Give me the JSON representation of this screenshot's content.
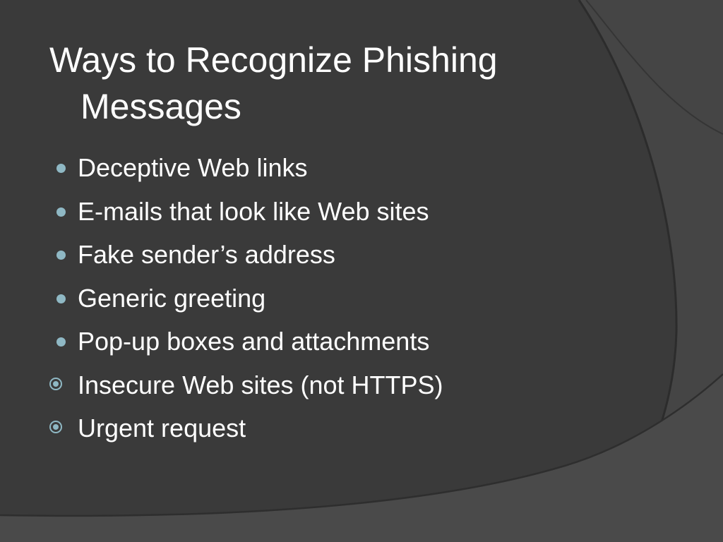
{
  "colors": {
    "background": "#3b3b3b",
    "panel_border": "#2a2a2a",
    "text": "#ffffff",
    "bullet_accent": "#8fb8c4"
  },
  "slide": {
    "title_line1": "Ways to Recognize Phishing",
    "title_line2": "Messages",
    "sub_bullets": [
      {
        "text": "Deceptive Web links",
        "marker": "filled-dot-icon"
      },
      {
        "text": "E-mails that look like Web sites",
        "marker": "filled-dot-icon"
      },
      {
        "text": "Fake sender’s address",
        "marker": "filled-dot-icon"
      },
      {
        "text": "Generic greeting",
        "marker": "filled-dot-icon"
      },
      {
        "text": "Pop-up boxes and attachments",
        "marker": "filled-dot-icon"
      }
    ],
    "main_bullets": [
      {
        "text": "Insecure Web sites (not HTTPS)",
        "marker": "ring-dot-icon"
      },
      {
        "text": "Urgent request",
        "marker": "ring-dot-icon"
      }
    ]
  }
}
